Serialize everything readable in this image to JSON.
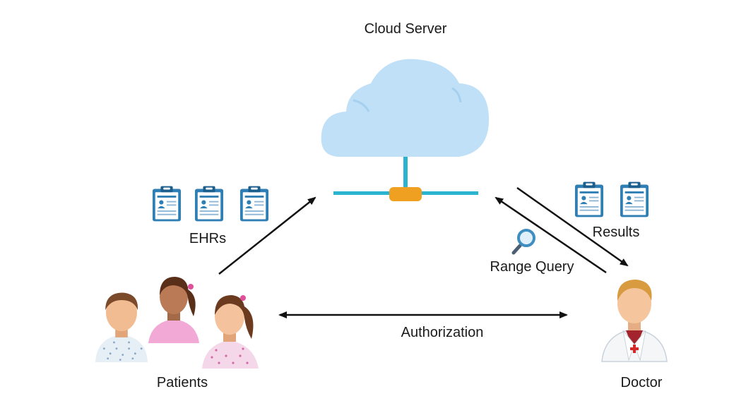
{
  "labels": {
    "cloud_server": "Cloud Server",
    "ehrs": "EHRs",
    "results": "Results",
    "range_query": "Range Query",
    "authorization": "Authorization",
    "patients": "Patients",
    "doctor": "Doctor"
  },
  "icons": {
    "cloud": "cloud-icon",
    "network": "network-hub-icon",
    "clipboard": "clipboard-icon",
    "magnifier": "magnifier-icon",
    "patient": "patient-icon",
    "doctor": "doctor-icon"
  },
  "colors": {
    "cloud": "#bfe0f7",
    "network_line": "#2ab4cf",
    "network_hub": "#f0a020",
    "clipboard": "#2f7fb5",
    "arrow": "#111111"
  },
  "counts": {
    "ehr_documents": 3,
    "result_documents": 2,
    "patients": 3,
    "doctors": 1
  }
}
